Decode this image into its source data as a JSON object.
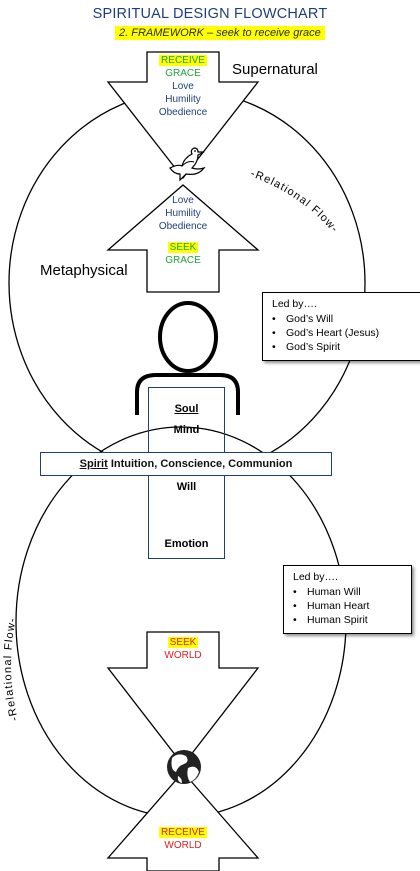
{
  "title": "SPIRITUAL DESIGN FLOWCHART",
  "subtitle": "2. FRAMEWORK – seek to receive grace",
  "top": {
    "receive_label": "RECEIVE",
    "grace_label": "GRACE",
    "virtues": [
      "Love",
      "Humility",
      "Obedience"
    ],
    "supernatural": "Supernatural"
  },
  "upper_circle": {
    "flow_label": "-Relational Flow-",
    "virtues": [
      "Love",
      "Humility",
      "Obedience"
    ],
    "seek_label": "SEEK",
    "grace_label": "GRACE",
    "metaphysical": "Metaphysical",
    "led_by": {
      "head": "Led by….",
      "items": [
        "God’s Will",
        "God’s Heart (Jesus)",
        "God’s Spirit"
      ]
    }
  },
  "person": {
    "soul": "Soul",
    "mind": "Mind",
    "spirit": "Spirit",
    "spirit_rest": "Intuition, Conscience, Communion",
    "will": "Will",
    "emotion": "Emotion"
  },
  "lower_circle": {
    "flow_label": "-Relational Flow-",
    "seek_label": "SEEK",
    "world_label": "WORLD",
    "led_by": {
      "head": "Led by….",
      "items": [
        "Human Will",
        "Human Heart",
        "Human Spirit"
      ]
    }
  },
  "bottom": {
    "receive_label": "RECEIVE",
    "world_label": "WORLD"
  },
  "icons": {
    "dove": "dove-icon",
    "globe": "globe-icon"
  }
}
